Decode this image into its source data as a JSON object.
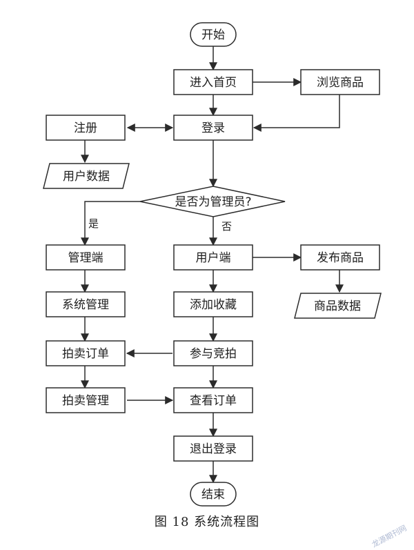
{
  "nodes": {
    "start": "开始",
    "home": "进入首页",
    "browse": "浏览商品",
    "register": "注册",
    "login": "登录",
    "user_data": "用户数据",
    "is_admin": "是否为管理员?",
    "admin_side": "管理端",
    "user_side": "用户端",
    "publish": "发布商品",
    "system_mgmt": "系统管理",
    "favorite": "添加收藏",
    "product_data": "商品数据",
    "auction_order": "拍卖订单",
    "join_auction": "参与竞拍",
    "auction_mgmt": "拍卖管理",
    "view_order": "查看订单",
    "logout": "退出登录",
    "end": "结束"
  },
  "conditions": {
    "yes": "是",
    "no": "否"
  },
  "caption": "图 18    系统流程图",
  "watermark": "龙源期刊网"
}
